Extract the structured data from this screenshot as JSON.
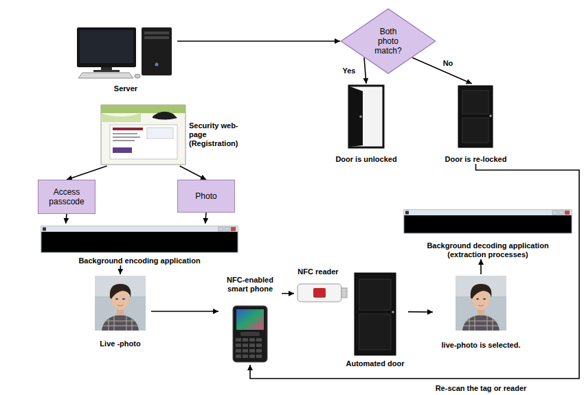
{
  "diagram": {
    "nodes": [
      {
        "text": [
          "Server"
        ]
      },
      {
        "text": [
          "Both photo match?"
        ]
      },
      {
        "text": [
          "Door is unlocked"
        ]
      },
      {
        "text": [
          "Door is re-locked"
        ]
      },
      {
        "text": [
          "Security web-page (Registration)"
        ]
      },
      {
        "text": [
          "Access passcode"
        ]
      },
      {
        "text": [
          "Photo"
        ]
      },
      {
        "text": [
          "Background encoding application"
        ]
      },
      {
        "text": [
          "Background decoding application (extraction processes)"
        ]
      },
      {
        "text": [
          "Live -photo"
        ]
      },
      {
        "text": [
          "NFC-enabled smart phone"
        ]
      },
      {
        "text": [
          "NFC reader"
        ]
      },
      {
        "text": [
          "Automated door"
        ]
      },
      {
        "text": [
          "live-photo is selected."
        ]
      }
    ],
    "edges": [
      {
        "from": 0,
        "to": 1,
        "arrow": "to"
      },
      {
        "from": 1,
        "to": 2,
        "label": "Yes",
        "arrow": "to"
      },
      {
        "from": 1,
        "to": 3,
        "label": "No",
        "arrow": "to"
      },
      {
        "from": 4,
        "to": 5,
        "arrow": "to"
      },
      {
        "from": 4,
        "to": 6,
        "arrow": "to"
      },
      {
        "from": 5,
        "to": 7,
        "arrow": "to"
      },
      {
        "from": 6,
        "to": 7,
        "arrow": "to"
      },
      {
        "from": 7,
        "to": 9,
        "arrow": "to"
      },
      {
        "from": 9,
        "to": 10,
        "arrow": "to"
      },
      {
        "from": 10,
        "to": 11,
        "arrow": "to"
      },
      {
        "from": 12,
        "to": 13,
        "arrow": "to"
      },
      {
        "from": 13,
        "to": 8,
        "arrow": "to"
      },
      {
        "from": 3,
        "to": 10,
        "label": "Re-scan the tag or reader",
        "arrow": "to"
      }
    ]
  }
}
